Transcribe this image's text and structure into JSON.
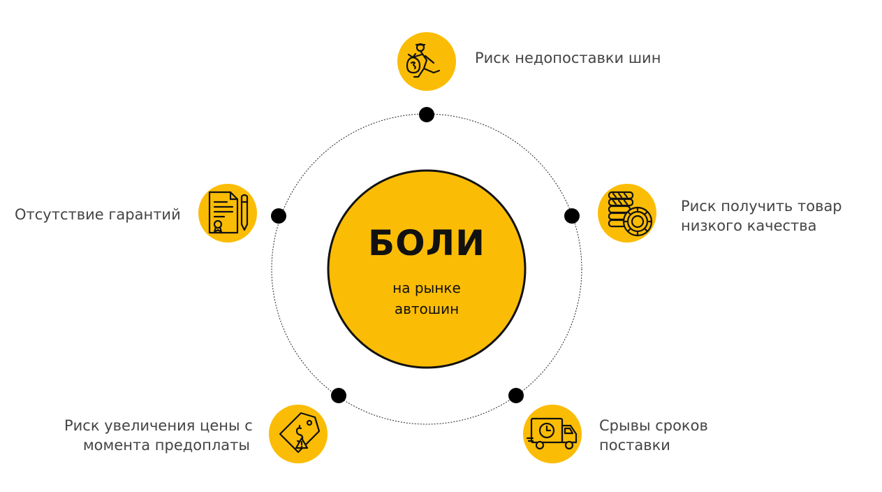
{
  "colors": {
    "accent": "#FBBC05",
    "dot": "#000000",
    "text": "#444444",
    "title": "#111111"
  },
  "center": {
    "title": "БОЛИ",
    "subtitle_line1": "на рынке",
    "subtitle_line2": "автошин"
  },
  "pains": [
    {
      "icon": "thief-with-money-bag-icon",
      "line1": "Риск недопоставки шин",
      "line2": ""
    },
    {
      "icon": "tire-stack-icon",
      "line1": "Риск получить товар",
      "line2": "низкого качества"
    },
    {
      "icon": "delivery-truck-clock-icon",
      "line1": "Срывы сроков",
      "line2": "поставки"
    },
    {
      "icon": "price-tag-warning-icon",
      "line1": "Риск увеличения цены с",
      "line2": "момента предоплаты"
    },
    {
      "icon": "contract-document-icon",
      "line1": "Отсутствие гарантий",
      "line2": ""
    }
  ]
}
